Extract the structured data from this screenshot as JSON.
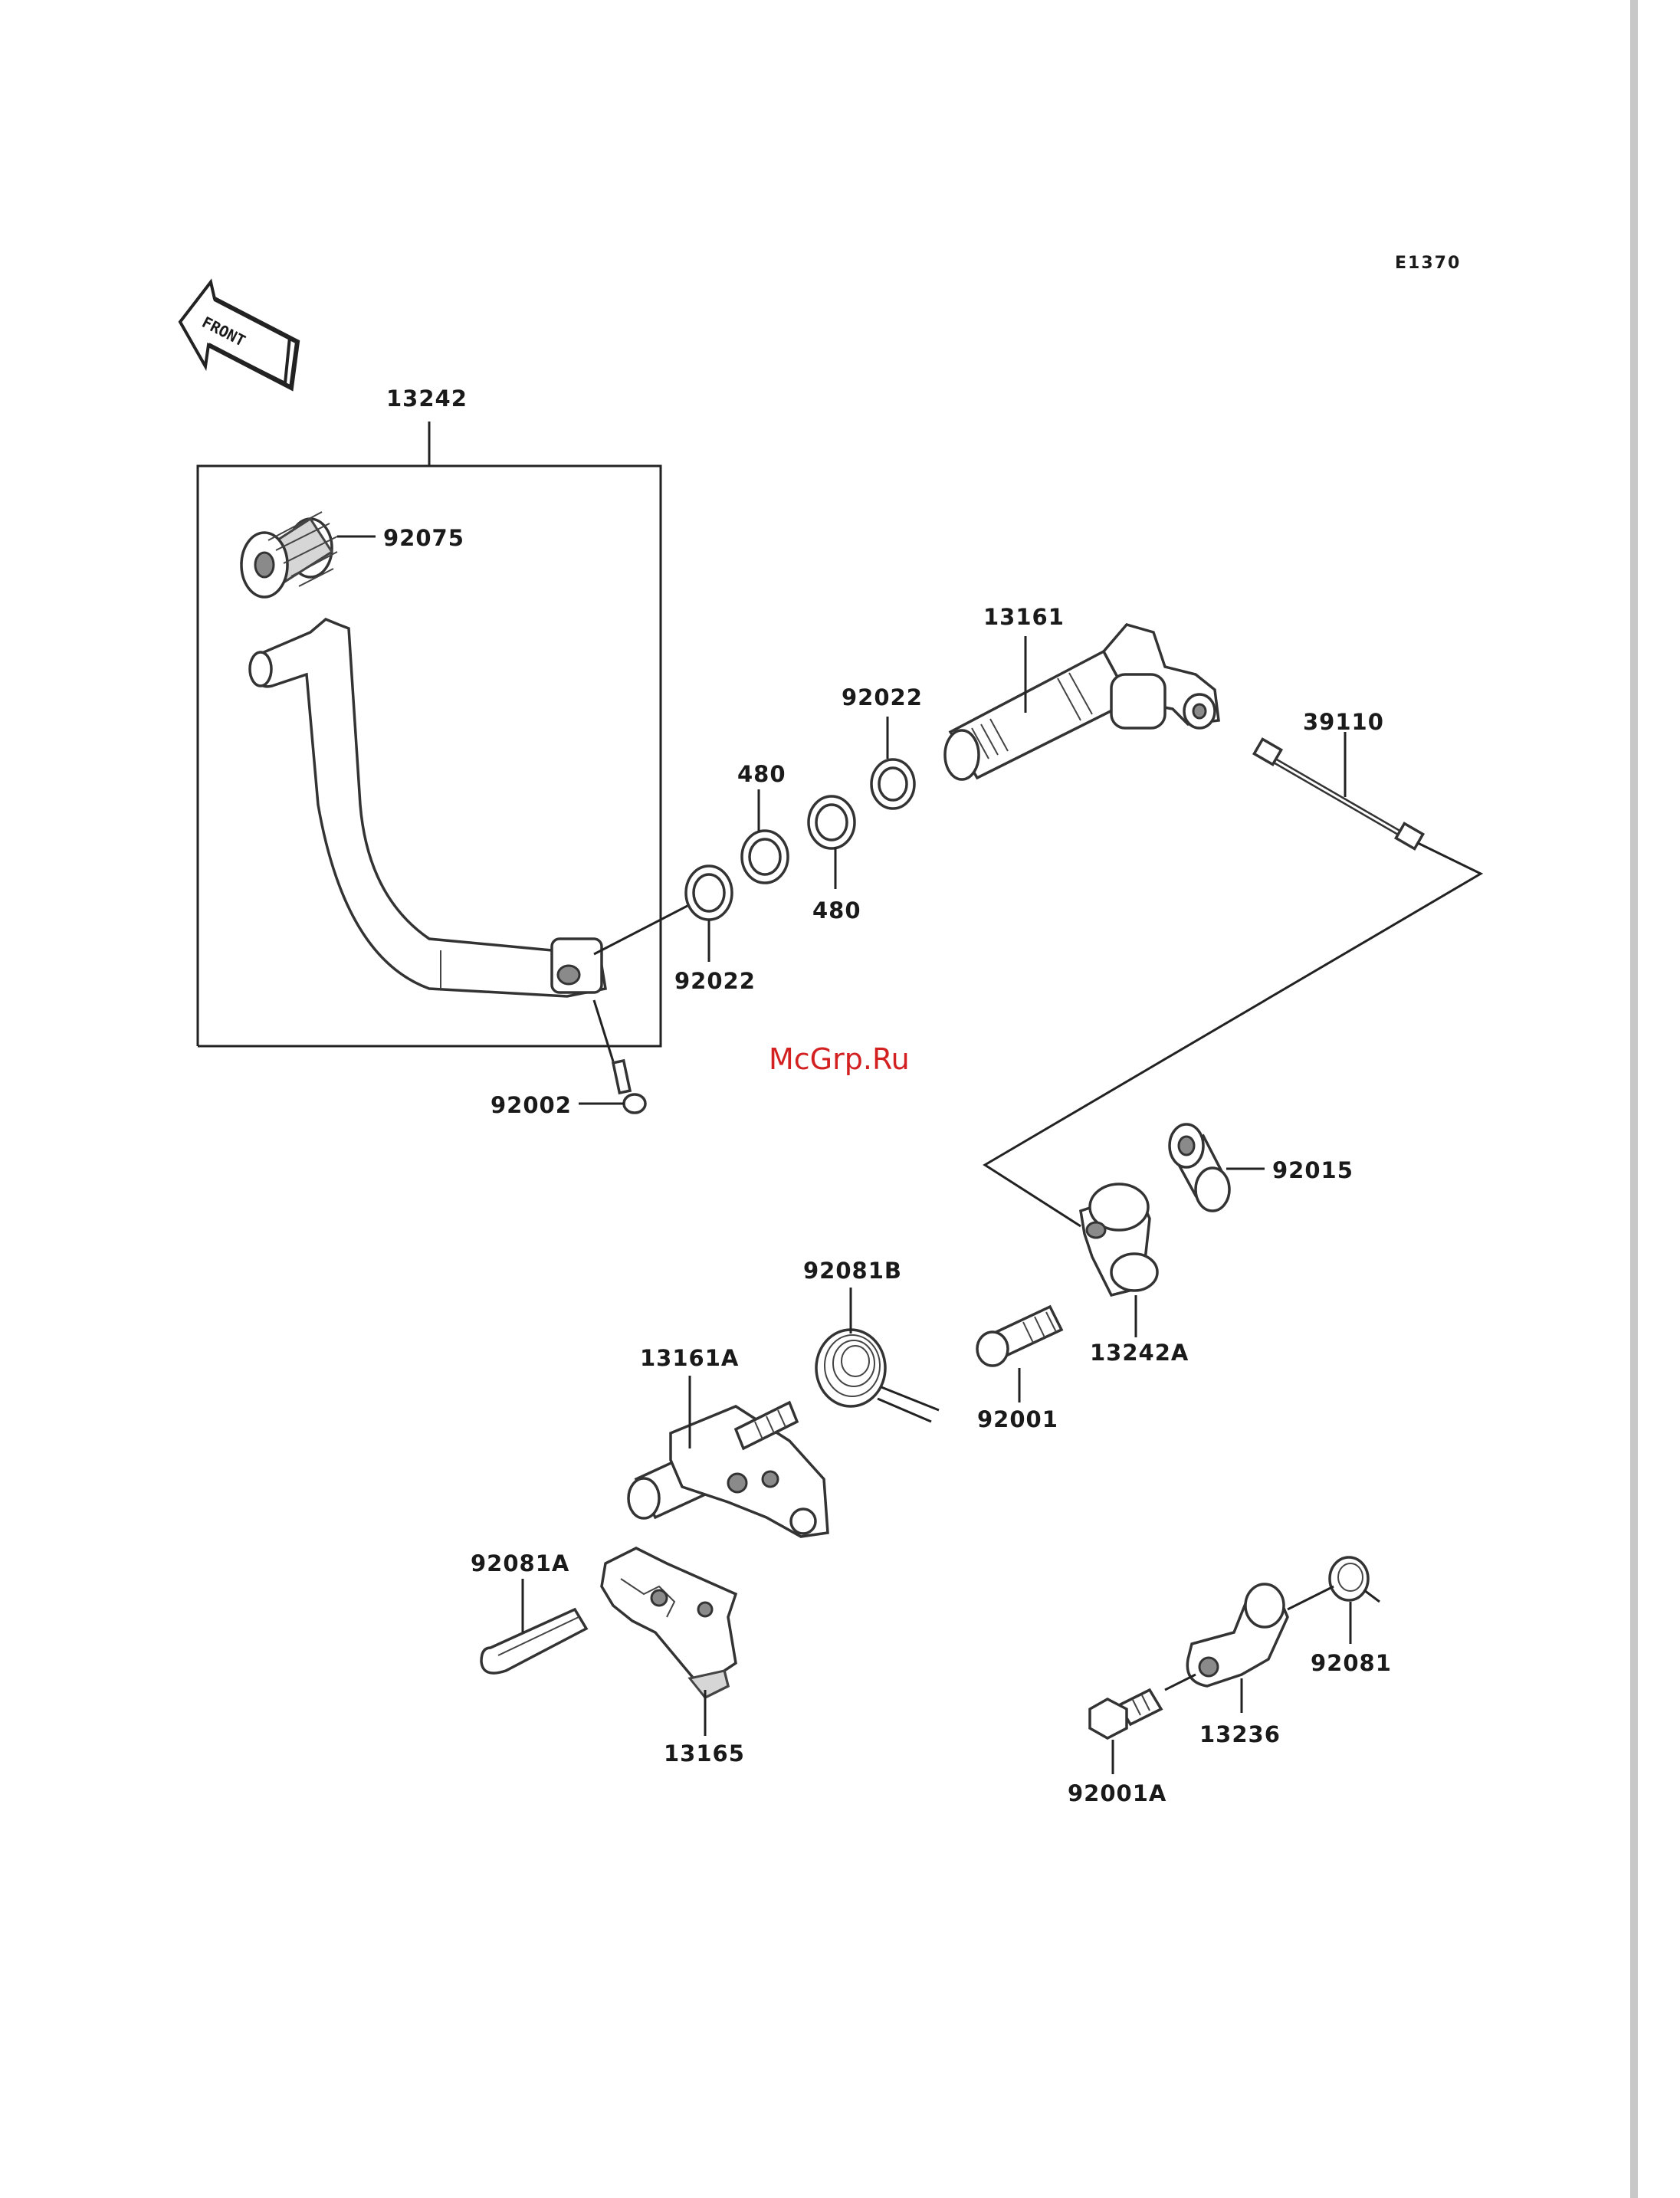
{
  "diagram_code": "E1370",
  "front_marker": "FRONT",
  "watermark": "McGrp.Ru",
  "parts": {
    "p13242": "13242",
    "p92075": "92075",
    "p13161": "13161",
    "p92022_top": "92022",
    "p480_top": "480",
    "p480_bottom": "480",
    "p92022_bottom": "92022",
    "p39110": "39110",
    "p92002": "92002",
    "p92015": "92015",
    "p92081B": "92081B",
    "p13242A": "13242A",
    "p13161A": "13161A",
    "p92001": "92001",
    "p92081A": "92081A",
    "p13165": "13165",
    "p92081": "92081",
    "p13236": "13236",
    "p92001A": "92001A"
  },
  "colors": {
    "line": "#222222",
    "watermark": "#d32020",
    "border": "#b0b0b0"
  }
}
